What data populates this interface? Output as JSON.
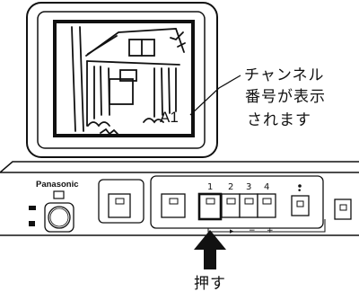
{
  "callout": {
    "line1": "チャンネル",
    "line2": "番号が表示",
    "line3": "されます"
  },
  "monitor": {
    "channel_label": "A1"
  },
  "panel": {
    "brand": "Panasonic",
    "channel_numbers": [
      "1",
      "2",
      "3",
      "4"
    ],
    "mode_glyph": "•",
    "direction_marks": [
      "▸",
      "−",
      "+"
    ]
  },
  "action": {
    "label": "押す"
  }
}
